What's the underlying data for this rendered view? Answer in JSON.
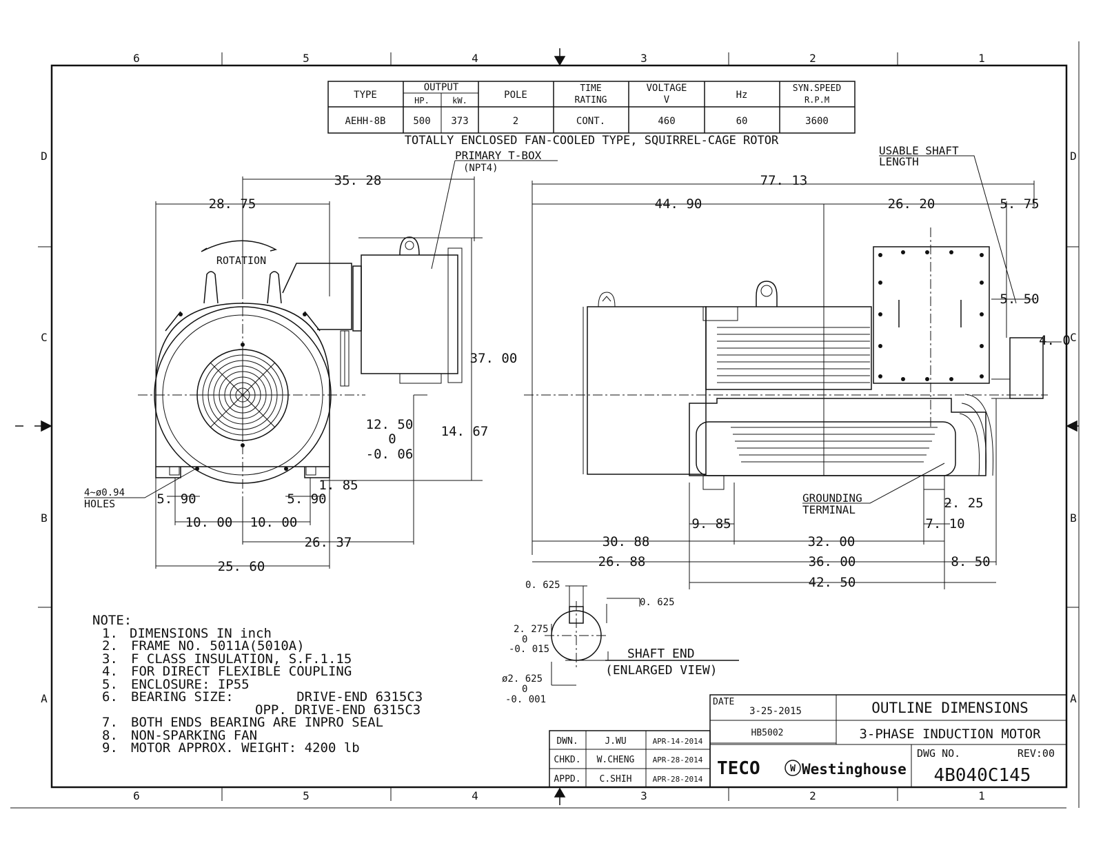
{
  "spec_table": {
    "headers": {
      "type": "TYPE",
      "output": "OUTPUT",
      "hp": "HP.",
      "kw": "kW.",
      "pole": "POLE",
      "time_rating": [
        "TIME",
        "RATING"
      ],
      "voltage": [
        "VOLTAGE",
        "V"
      ],
      "hz": "Hz",
      "syn_speed": [
        "SYN.SPEED",
        "R.P.M"
      ]
    },
    "row": {
      "type": "AEHH-8B",
      "hp": "500",
      "kw": "373",
      "pole": "2",
      "time_rating": "CONT.",
      "voltage": "460",
      "hz": "60",
      "syn_speed": "3600"
    }
  },
  "caption": "TOTALLY ENCLOSED FAN-COOLED TYPE, SQUIRREL-CAGE ROTOR",
  "zones": {
    "top": [
      "6",
      "5",
      "4",
      "3",
      "2",
      "1"
    ],
    "bottom": [
      "6",
      "5",
      "4",
      "3",
      "2",
      "1"
    ],
    "left": [
      "D",
      "C",
      "B",
      "A"
    ],
    "right": [
      "D",
      "C",
      "B",
      "A"
    ]
  },
  "labels": {
    "primary_tbox": "PRIMARY T-BOX",
    "npt": "(NPT4)",
    "rotation": "ROTATION",
    "holes_count": "4~ø0.94",
    "holes": "HOLES",
    "usable_shaft": "USABLE SHAFT",
    "length": "LENGTH",
    "grounding": "GROUNDING",
    "terminal": "TERMINAL",
    "shaft_end": "SHAFT END",
    "enlarged_view": "(ENLARGED VIEW)"
  },
  "front_dims": {
    "d_35_28": "35. 28",
    "d_28_75": "28. 75",
    "d_37_00": "37. 00",
    "d_12_50": "12. 50",
    "d_0": "0",
    "d_neg_006": "-0. 06",
    "d_14_67": "14. 67",
    "d_1_85": "1. 85",
    "d_5_90_l": "5. 90",
    "d_5_90_r": "5. 90",
    "d_10_00_l": "10. 00",
    "d_10_00_r": "10. 00",
    "d_26_37": "26. 37",
    "d_25_60": "25. 60"
  },
  "side_dims": {
    "d_77_13": "77. 13",
    "d_44_90": "44. 90",
    "d_26_20": "26. 20",
    "d_5_75": "5. 75",
    "d_5_50": "5. 50",
    "d_4_0": "4. 0",
    "d_9_85": "9. 85",
    "d_2_25": "2. 25",
    "d_7_10": "7. 10",
    "d_30_88": "30. 88",
    "d_32_00": "32. 00",
    "d_26_88": "26. 88",
    "d_36_00": "36. 00",
    "d_8_50": "8. 50",
    "d_42_50": "42. 50"
  },
  "shaft_dims": {
    "d_0625_a": "0. 625",
    "d_0625_b": "0. 625",
    "d_2275": "2. 275",
    "d_0_a": "0",
    "d_neg_0015": "-0. 015",
    "d_dia_2625": "ø2. 625",
    "d_0_b": "0",
    "d_neg_0001": "-0. 001"
  },
  "notes": {
    "title": "NOTE:",
    "items": [
      {
        "num": "1.",
        "text": "DIMENSIONS IN inch"
      },
      {
        "num": "2.",
        "text": "FRAME NO. 5011A(5010A)"
      },
      {
        "num": "3.",
        "text": "F CLASS INSULATION, S.F.1.15"
      },
      {
        "num": "4.",
        "text": "FOR DIRECT FLEXIBLE COUPLING"
      },
      {
        "num": "5.",
        "text": "ENCLOSURE: IP55"
      },
      {
        "num": "6.",
        "text": "BEARING SIZE:        DRIVE-END 6315C3"
      },
      {
        "num": "",
        "text": "OPP. DRIVE-END 6315C3"
      },
      {
        "num": "7.",
        "text": "BOTH ENDS BEARING ARE INPRO SEAL"
      },
      {
        "num": "8.",
        "text": "NON-SPARKING FAN"
      },
      {
        "num": "9.",
        "text": "MOTOR APPROX. WEIGHT: 4200 lb"
      }
    ]
  },
  "title_block": {
    "date_label": "DATE",
    "date": "3-25-2015",
    "code": "HB5002",
    "title1": "OUTLINE DIMENSIONS",
    "title2": "3-PHASE INDUCTION MOTOR",
    "dwg_label": "DWG NO.",
    "rev": "REV:00",
    "dwg_no": "4B040C145",
    "logo_teco": "TECO",
    "logo_w": "W",
    "logo_westinghouse": "Westinghouse",
    "approvals": [
      {
        "role": "DWN.",
        "name": "J.WU",
        "date": "APR-14-2014"
      },
      {
        "role": "CHKD.",
        "name": "W.CHENG",
        "date": "APR-28-2014"
      },
      {
        "role": "APPD.",
        "name": "C.SHIH",
        "date": "APR-28-2014"
      }
    ]
  }
}
